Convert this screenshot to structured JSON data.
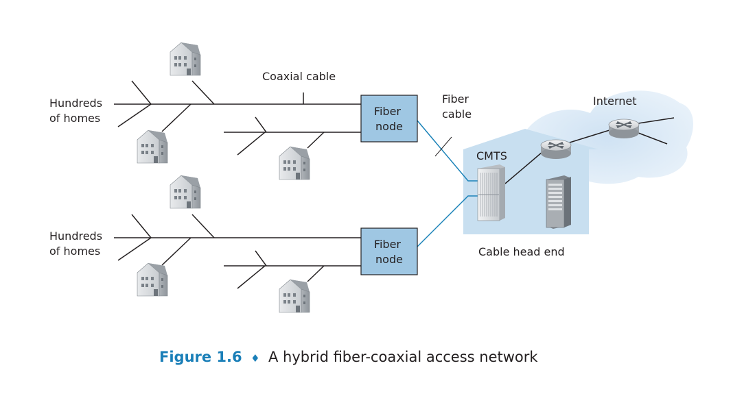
{
  "labels": {
    "homes_top": [
      "Hundreds",
      "of homes"
    ],
    "homes_bottom": [
      "Hundreds",
      "of homes"
    ],
    "coaxial_cable": "Coaxial cable",
    "fiber_node_top": [
      "Fiber",
      "node"
    ],
    "fiber_node_bottom": [
      "Fiber",
      "node"
    ],
    "fiber_cable": [
      "Fiber",
      "cable"
    ],
    "cmts": "CMTS",
    "internet": "Internet",
    "cable_head_end": "Cable head end"
  },
  "caption": {
    "figure": "Figure 1.6",
    "separator": "♦",
    "text": "A hybrid fiber-coaxial access network"
  },
  "colors": {
    "fiber_node_fill": "#9fc7e3",
    "fiber_line": "#1a82b8",
    "head_end_fill": "#c8dff0",
    "cloud_fill": "#dbe9f6",
    "caption_accent": "#1a7fb8"
  }
}
